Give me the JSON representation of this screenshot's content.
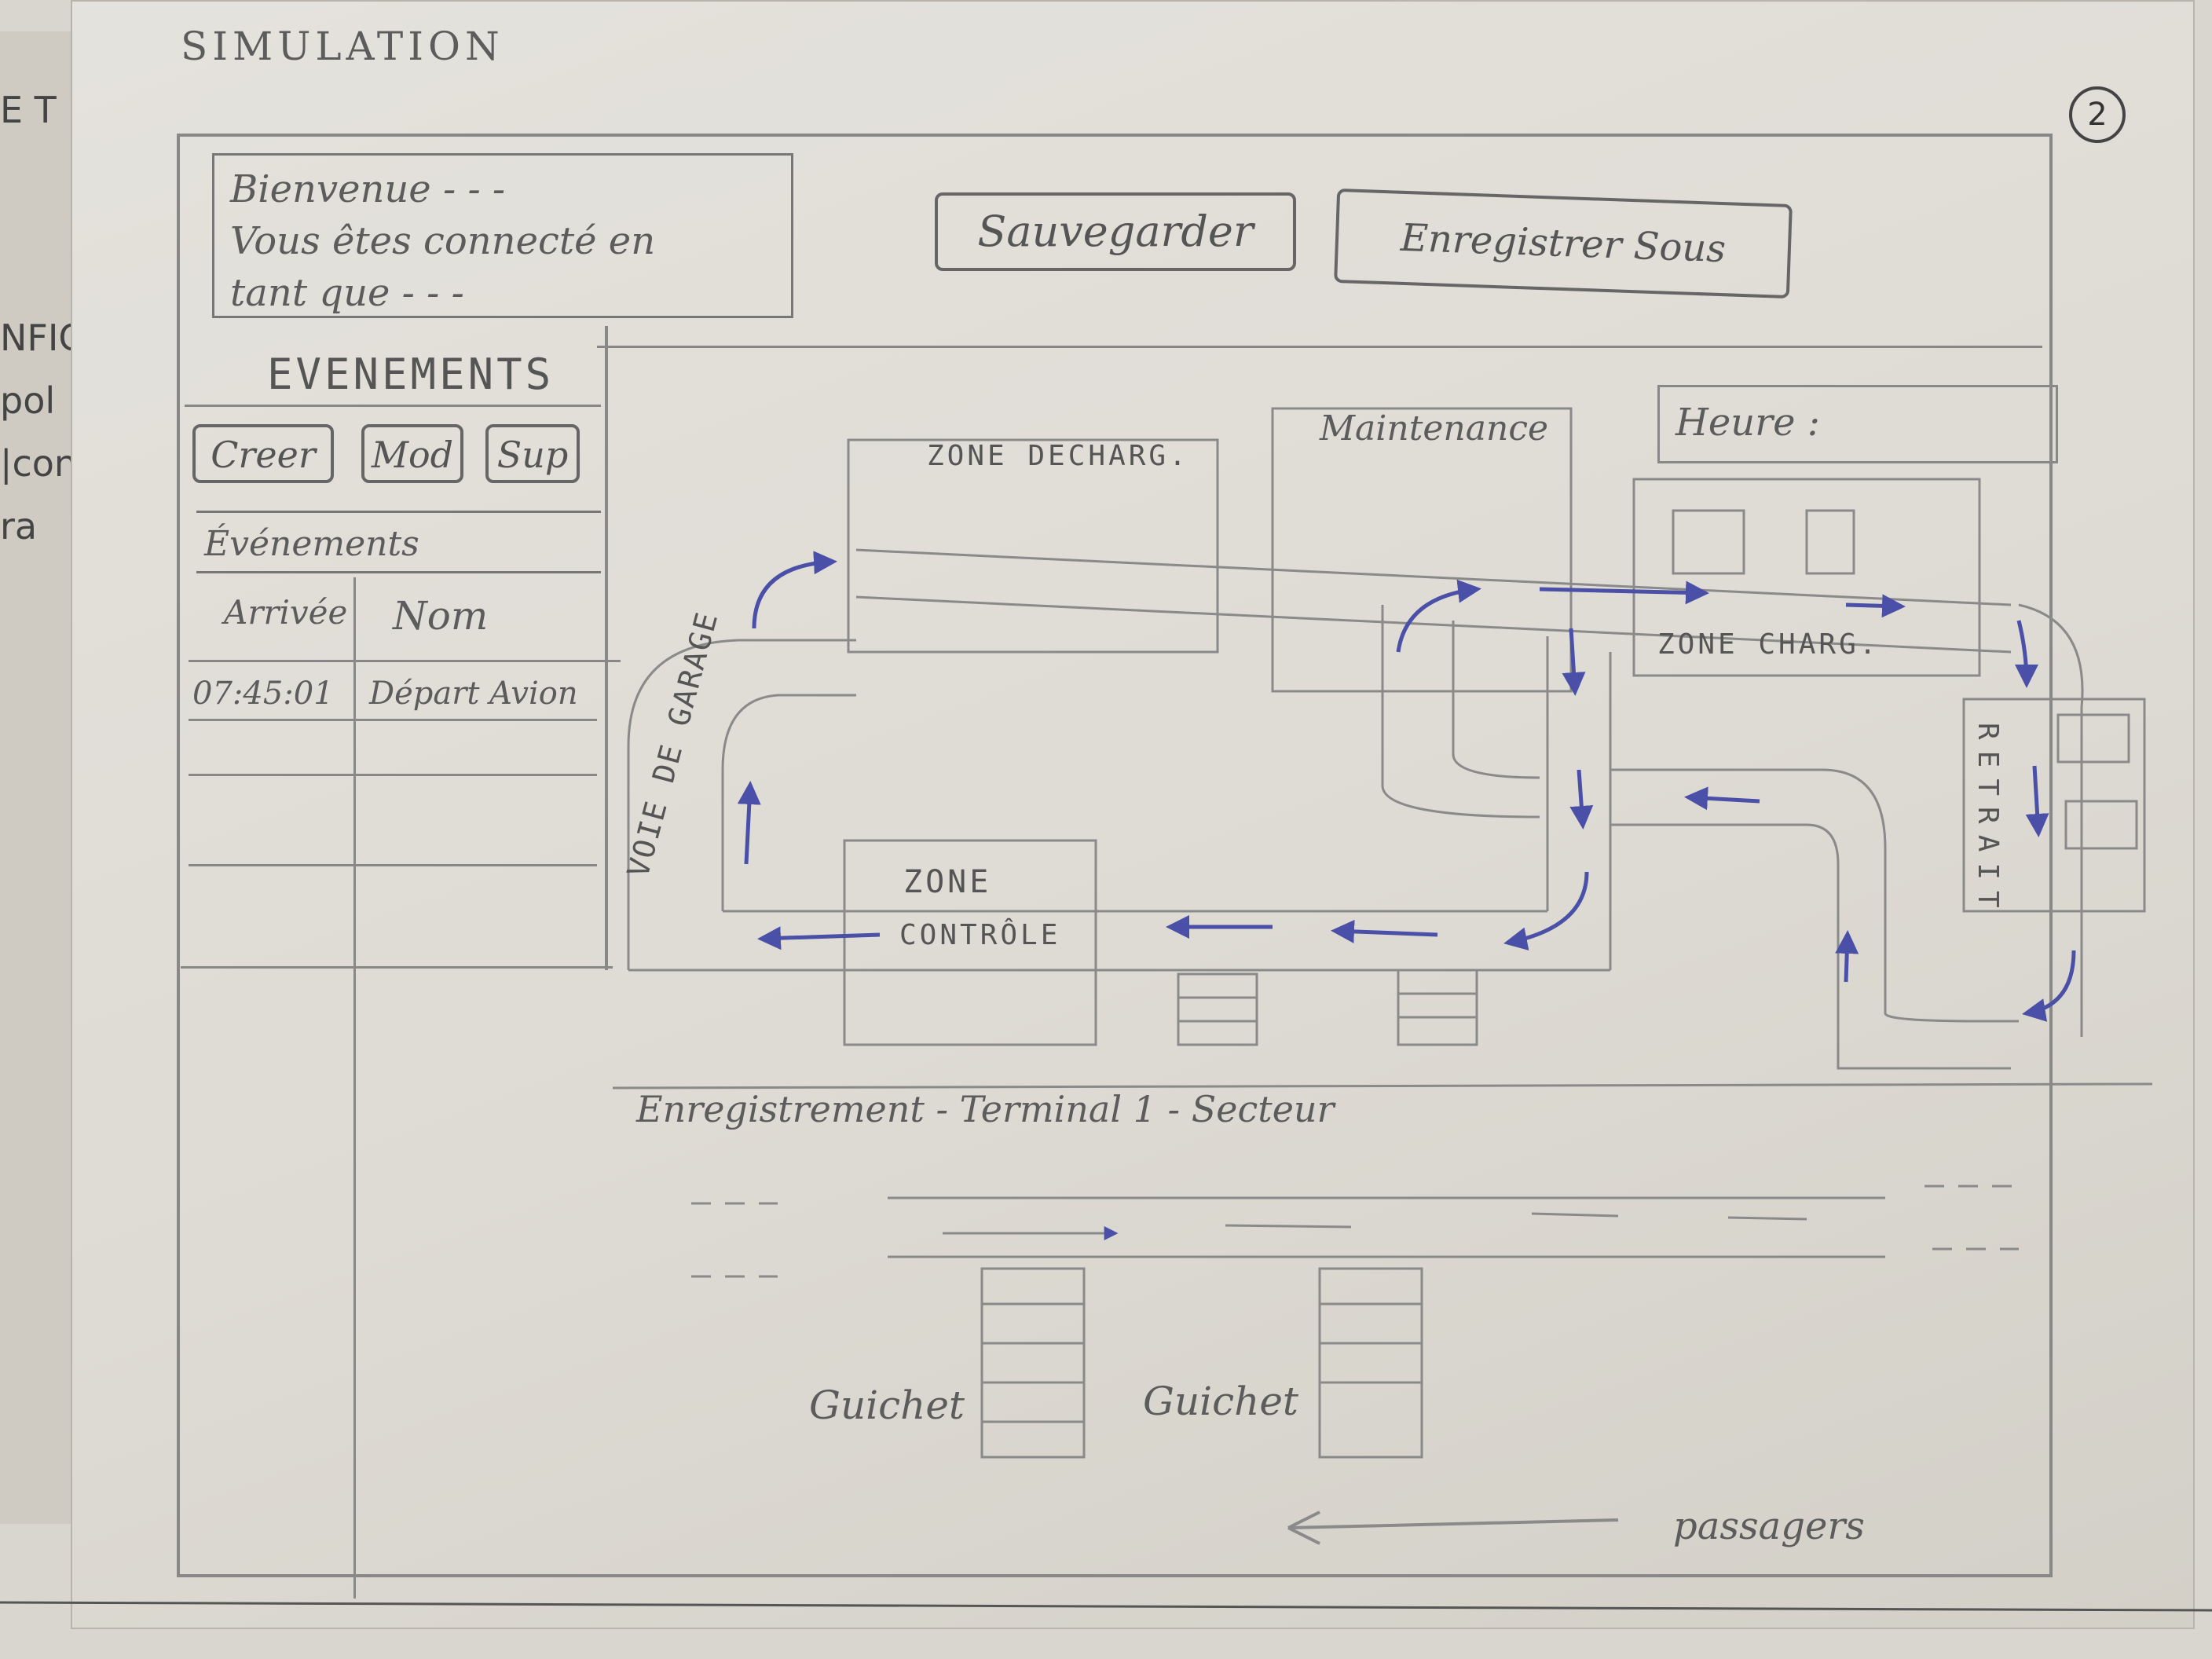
{
  "page": {
    "title": "SIMULATION",
    "page_number": "2",
    "side_fragments": [
      "E T",
      "NFIG",
      "pol",
      "|con",
      "ra"
    ]
  },
  "header": {
    "welcome_lines": [
      "Bienvenue - - -",
      "Vous êtes connecté en",
      "tant que - - -"
    ],
    "save_label": "Sauvegarder",
    "save_as_label": "Enregistrer Sous"
  },
  "events": {
    "title": "EVENEMENTS",
    "create_label": "Creer",
    "modify_label": "Mod",
    "delete_label": "Sup",
    "list_title": "Événements",
    "columns": [
      "Arrivée",
      "Nom"
    ],
    "rows": [
      {
        "arrival": "07:45:01",
        "name": "Départ Avion"
      }
    ]
  },
  "map": {
    "zone_unload": "ZONE DECHARG.",
    "maintenance": "Maintenance",
    "time_label": "Heure :",
    "zone_load": "ZONE CHARG.",
    "withdrawal": "RETRAIT",
    "garage_lane": "VOIE DE GARAGE",
    "zone_control_1": "ZONE",
    "zone_control_2": "CONTRÔLE"
  },
  "checkin": {
    "title": "Enregistrement - Terminal 1 - Secteur",
    "counter_1": "Guichet",
    "counter_2": "Guichet",
    "passengers": "passagers"
  },
  "colors": {
    "pencil": "#777777",
    "ink_arrow": "#4a4fa8",
    "paper": "#e2dfd8"
  }
}
